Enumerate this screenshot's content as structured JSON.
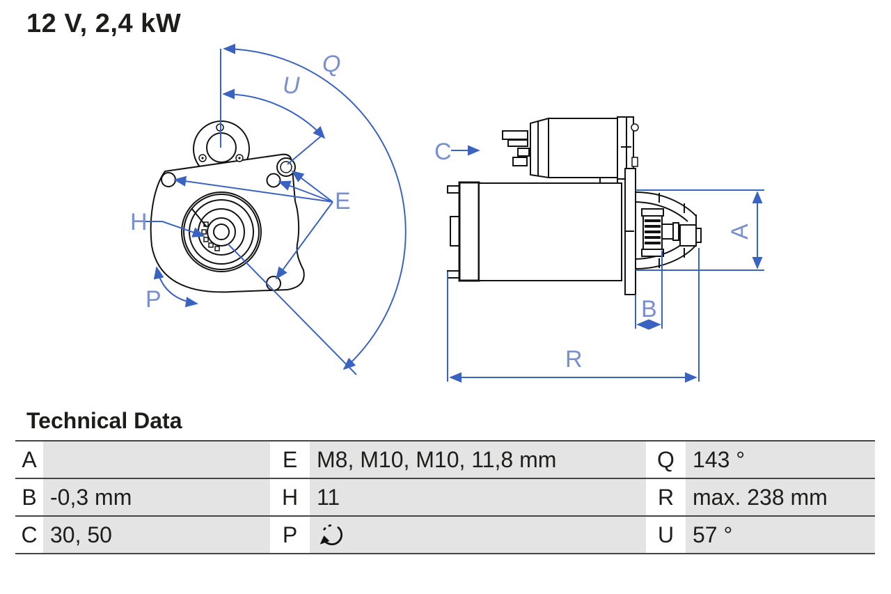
{
  "title": "12 V, 2,4 kW",
  "section_heading": "Technical Data",
  "colors": {
    "dimension_blue": "#3a63c1",
    "label_blue": "#7a8fd0",
    "table_value_bg": "#e4e4e4",
    "table_border": "#454545",
    "drawing_black": "#111111",
    "text_color": "#1d1d1b"
  },
  "diagram": {
    "labels": {
      "q": "Q",
      "u": "U",
      "e": "E",
      "h": "H",
      "p": "P",
      "c": "C",
      "a": "A",
      "b": "B",
      "r": "R"
    }
  },
  "icons": {
    "p_value": "rotation-direction-icon"
  },
  "table": {
    "rows": [
      [
        {
          "key": "A",
          "value": ""
        },
        {
          "key": "E",
          "value": "M8, M10, M10, 11,8 mm"
        },
        {
          "key": "Q",
          "value": "143 °"
        }
      ],
      [
        {
          "key": "B",
          "value": "-0,3 mm"
        },
        {
          "key": "H",
          "value": "11"
        },
        {
          "key": "R",
          "value": "max. 238 mm"
        }
      ],
      [
        {
          "key": "C",
          "value": "30, 50"
        },
        {
          "key": "P",
          "value": ""
        },
        {
          "key": "U",
          "value": "57 °"
        }
      ]
    ]
  }
}
